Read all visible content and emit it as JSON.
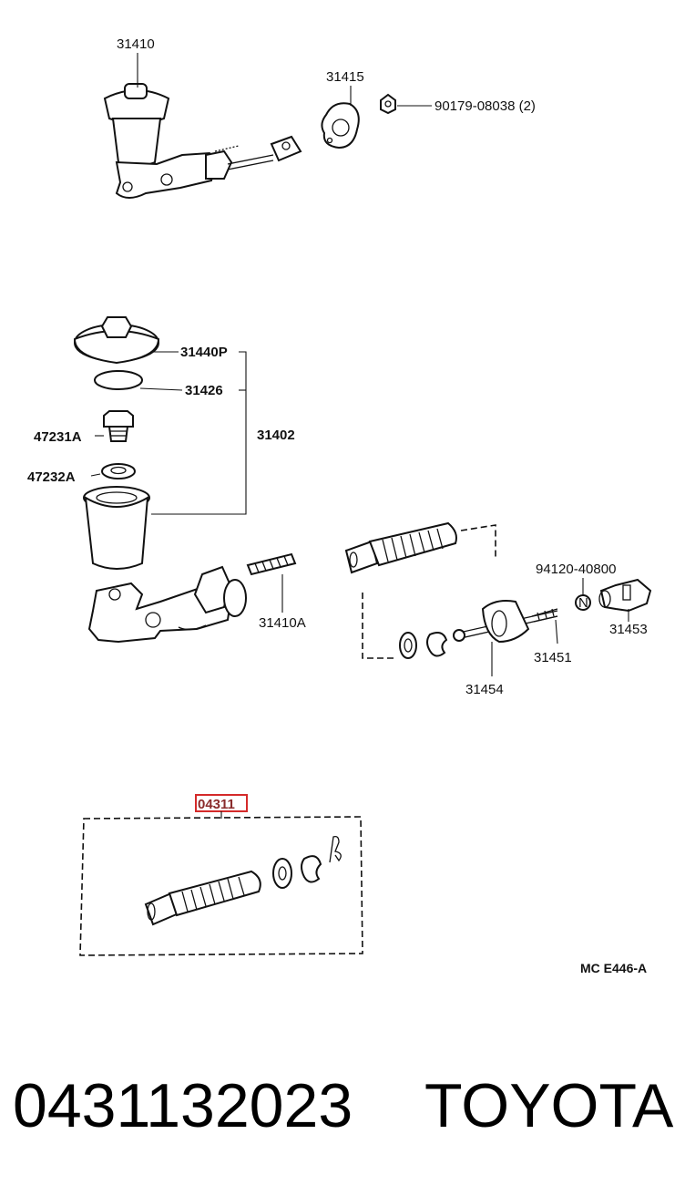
{
  "labels": {
    "p31410": "31410",
    "p31415": "31415",
    "p90179": "90179-08038 (2)",
    "p31440P": "31440P",
    "p31426": "31426",
    "p47231A": "47231A",
    "p31402": "31402",
    "p47232A": "47232A",
    "p31410A": "31410A",
    "p94120": "94120-40800",
    "pN": "N",
    "p31453": "31453",
    "p31451": "31451",
    "p31454": "31454",
    "p04311": "04311"
  },
  "figure_ref": "MC E446-A",
  "footer": {
    "part_number": "0431132023",
    "brand": "TOYOTA"
  },
  "colors": {
    "highlight_box": "#d42a2a",
    "line": "#111111"
  }
}
